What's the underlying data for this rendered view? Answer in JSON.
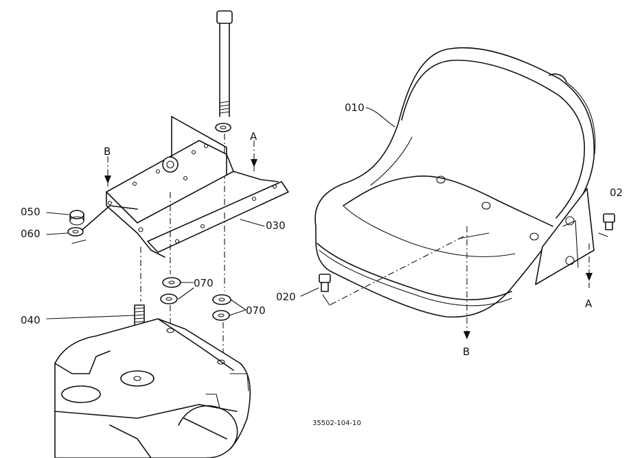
{
  "parts": {
    "p010": "010",
    "p020": "020",
    "p030": "030",
    "p040": "040",
    "p050": "050",
    "p060": "060",
    "p070a": "070",
    "p070b": "070",
    "p020_right": "02"
  },
  "view_markers": {
    "a_top": "A",
    "a_bottom": "A",
    "b_top": "B",
    "b_bottom": "B"
  },
  "drawing_number": "35502-104-10"
}
